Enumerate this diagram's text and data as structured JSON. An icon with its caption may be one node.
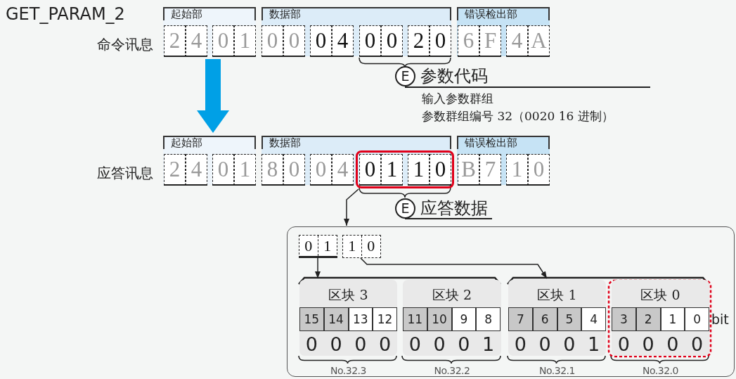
{
  "diagram": {
    "title": "GET_PARAM_2",
    "nodes": [
      {
        "text": [
          "命令讯息"
        ]
      },
      {
        "text": [
          "应答讯息"
        ]
      },
      {
        "text": [],
        "shape": "box",
        "in": 1
      },
      {
        "text": [],
        "shape": "box"
      },
      {
        "text": [],
        "shape": "box",
        "in": 3
      },
      {
        "text": [],
        "shape": "box",
        "in": 3
      },
      {
        "text": [
          "区块 3"
        ],
        "beside": [
          "No.32.3"
        ],
        "in": 3
      },
      {
        "text": [
          "区块 2"
        ],
        "beside": [
          "No.32.2"
        ],
        "in": 3
      },
      {
        "text": [
          "区块 1"
        ],
        "beside": [
          "No.32.1"
        ],
        "in": 3
      },
      {
        "text": [
          "区块 0"
        ],
        "beside": [
          "No.32.0"
        ],
        "in": 3
      }
    ],
    "edges": [
      {
        "from": 0,
        "to": 1,
        "arrow": "to",
        "style": "thick",
        "color": "#00a0e6"
      },
      {
        "from": 2,
        "to": 3,
        "arrow": "to",
        "color": "#222222"
      },
      {
        "from": 4,
        "to": 6,
        "arrow": "to",
        "color": "#222222"
      },
      {
        "from": 5,
        "to": 8,
        "arrow": "to",
        "color": "#222222"
      }
    ],
    "labels": [
      "起始部",
      "数据部",
      "错误检出部",
      "2",
      "4",
      "0",
      "1",
      "0",
      "0",
      "0",
      "4",
      "0",
      "0",
      "2",
      "0",
      "6",
      "F",
      "4",
      "A",
      "E",
      "参数代码",
      "输入参数群组",
      "参数群组编号 32（0020 16 进制）",
      "起始部",
      "数据部",
      "错误检出部",
      "2",
      "4",
      "0",
      "1",
      "8",
      "0",
      "0",
      "4",
      "0",
      "1",
      "1",
      "0",
      "B",
      "7",
      "1",
      "0",
      "E",
      "应答数据",
      "0",
      "1",
      "1",
      "0",
      "15",
      "14",
      "13",
      "12",
      "11",
      "10",
      "9",
      "8",
      "7",
      "6",
      "5",
      "4",
      "3",
      "2",
      "1",
      "0",
      "bit",
      "0",
      "0",
      "0",
      "0",
      "0",
      "0",
      "0",
      "1",
      "0",
      "0",
      "0",
      "1",
      "0",
      "0",
      "0",
      "0"
    ]
  }
}
